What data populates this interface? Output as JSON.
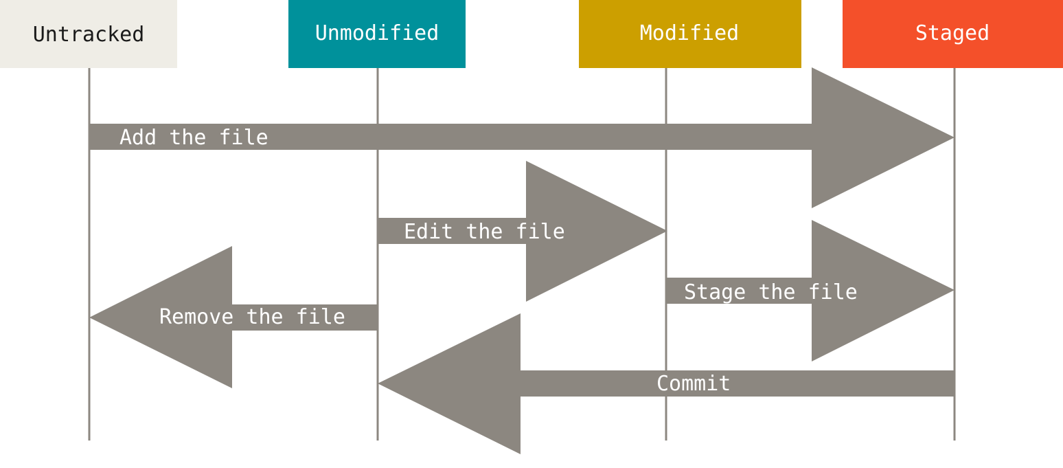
{
  "colors": {
    "arrow": "#8c8780",
    "lifeline": "#8c8780",
    "untracked_bg": "#efede6",
    "unmodified_bg": "#00919b",
    "modified_bg": "#cc9f00",
    "staged_bg": "#f4502a",
    "untracked_text": "#1a1a1a",
    "header_text_light": "#ffffff"
  },
  "states": [
    {
      "key": "untracked",
      "label": "Untracked"
    },
    {
      "key": "unmodified",
      "label": "Unmodified"
    },
    {
      "key": "modified",
      "label": "Modified"
    },
    {
      "key": "staged",
      "label": "Staged"
    }
  ],
  "transitions": [
    {
      "key": "add",
      "label": "Add the file",
      "from": "Untracked",
      "to": "Staged"
    },
    {
      "key": "edit",
      "label": "Edit the file",
      "from": "Unmodified",
      "to": "Modified"
    },
    {
      "key": "stage",
      "label": "Stage the file",
      "from": "Modified",
      "to": "Staged"
    },
    {
      "key": "remove",
      "label": "Remove the file",
      "from": "Unmodified",
      "to": "Untracked"
    },
    {
      "key": "commit",
      "label": "Commit",
      "from": "Staged",
      "to": "Unmodified"
    }
  ]
}
